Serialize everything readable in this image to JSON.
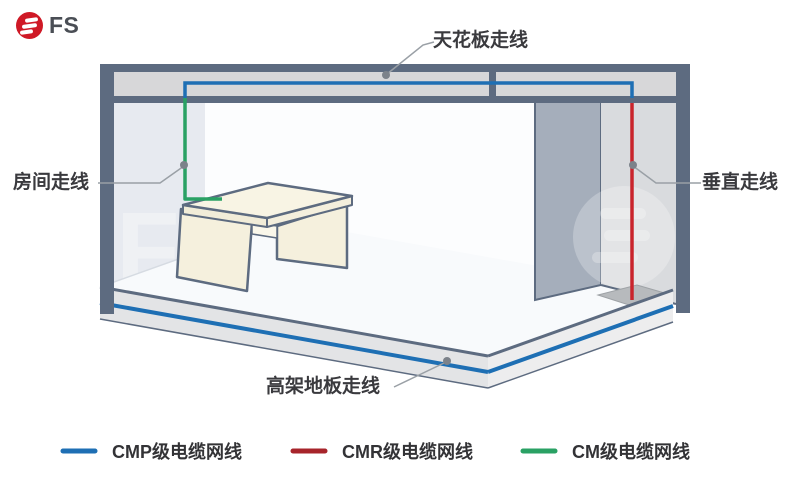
{
  "logo": {
    "text": "FS"
  },
  "diagram": {
    "labels": {
      "ceiling": "天花板走线",
      "room": "房间走线",
      "vertical": "垂直走线",
      "raised_floor": "高架地板走线"
    },
    "watermark": "FS"
  },
  "legend": {
    "items": [
      {
        "label": "CMP级电缆网线",
        "color": "#1e6fb4"
      },
      {
        "label": "CMR级电缆网线",
        "color": "#a7242b"
      },
      {
        "label": "CM级电缆网线",
        "color": "#2aa164"
      }
    ]
  },
  "colors": {
    "cmp_cable": "#1e6fb4",
    "cmr_cable": "#c9242c",
    "cm_cable": "#2aa164",
    "structure": "#5d6b80",
    "logo_red": "#cf1926"
  }
}
